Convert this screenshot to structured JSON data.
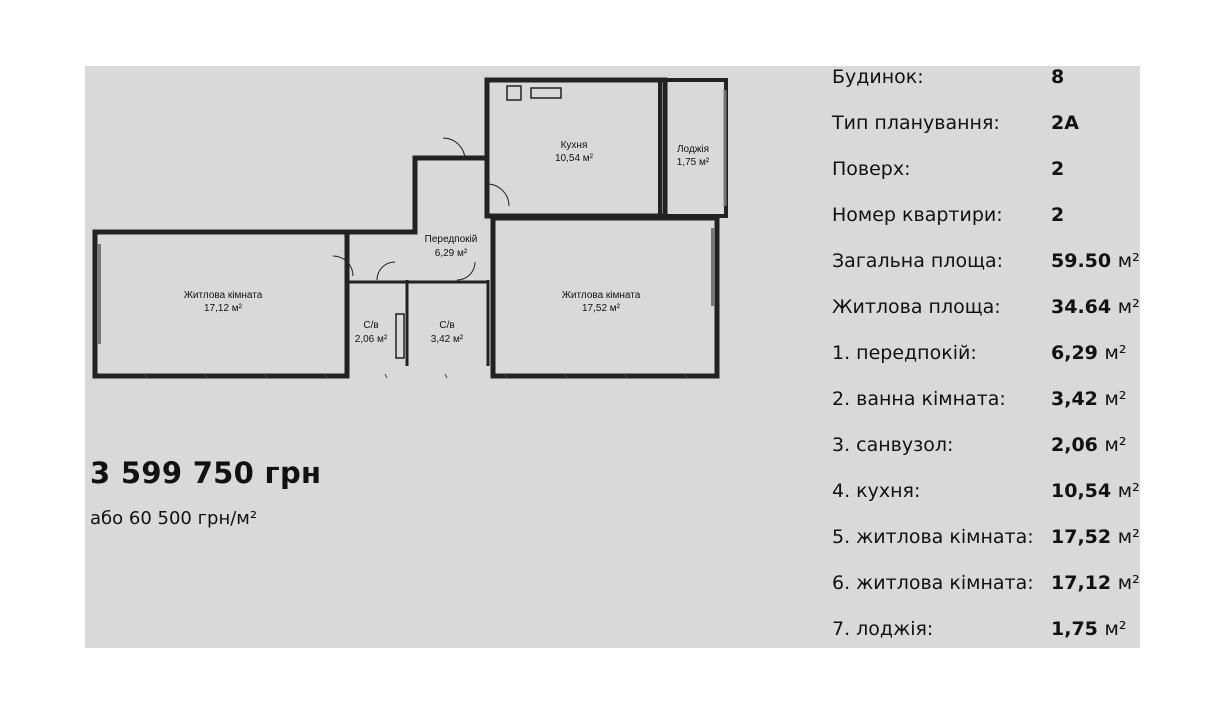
{
  "plan": {
    "rooms": [
      {
        "name": "Кухня",
        "area": "10,54 м²"
      },
      {
        "name": "Лоджія",
        "area": "1,75 м²"
      },
      {
        "name": "Передпокій",
        "area": "6,29 м²"
      },
      {
        "name": "Житлова кімната",
        "area": "17,12 м²"
      },
      {
        "name": "С/в",
        "area": "2,06 м²"
      },
      {
        "name": "С/в",
        "area": "3,42 м²"
      },
      {
        "name": "Житлова кімната",
        "area": "17,52 м²"
      }
    ]
  },
  "price": {
    "total": "3 599 750 грн",
    "per_m2": "або 60 500 грн/м²"
  },
  "specs": [
    {
      "label": "Будинок:",
      "value": "8",
      "unit": ""
    },
    {
      "label": "Тип планування:",
      "value": "2A",
      "unit": ""
    },
    {
      "label": "Поверх:",
      "value": "2",
      "unit": ""
    },
    {
      "label": "Номер квартири:",
      "value": "2",
      "unit": ""
    },
    {
      "label": "Загальна площа:",
      "value": "59.50",
      "unit": "м²"
    },
    {
      "label": "Житлова площа:",
      "value": "34.64",
      "unit": "м²"
    },
    {
      "label": "1. передпокій:",
      "value": "6,29",
      "unit": "м²"
    },
    {
      "label": "2. ванна кімната:",
      "value": "3,42",
      "unit": "м²"
    },
    {
      "label": "3. санвузол:",
      "value": "2,06",
      "unit": "м²"
    },
    {
      "label": "4. кухня:",
      "value": "10,54",
      "unit": "м²"
    },
    {
      "label": "5. житлова кімната:",
      "value": "17,52",
      "unit": "м²"
    },
    {
      "label": "6. житлова кімната:",
      "value": "17,12",
      "unit": "м²"
    },
    {
      "label": "7. лоджія:",
      "value": "1,75",
      "unit": "м²"
    }
  ]
}
